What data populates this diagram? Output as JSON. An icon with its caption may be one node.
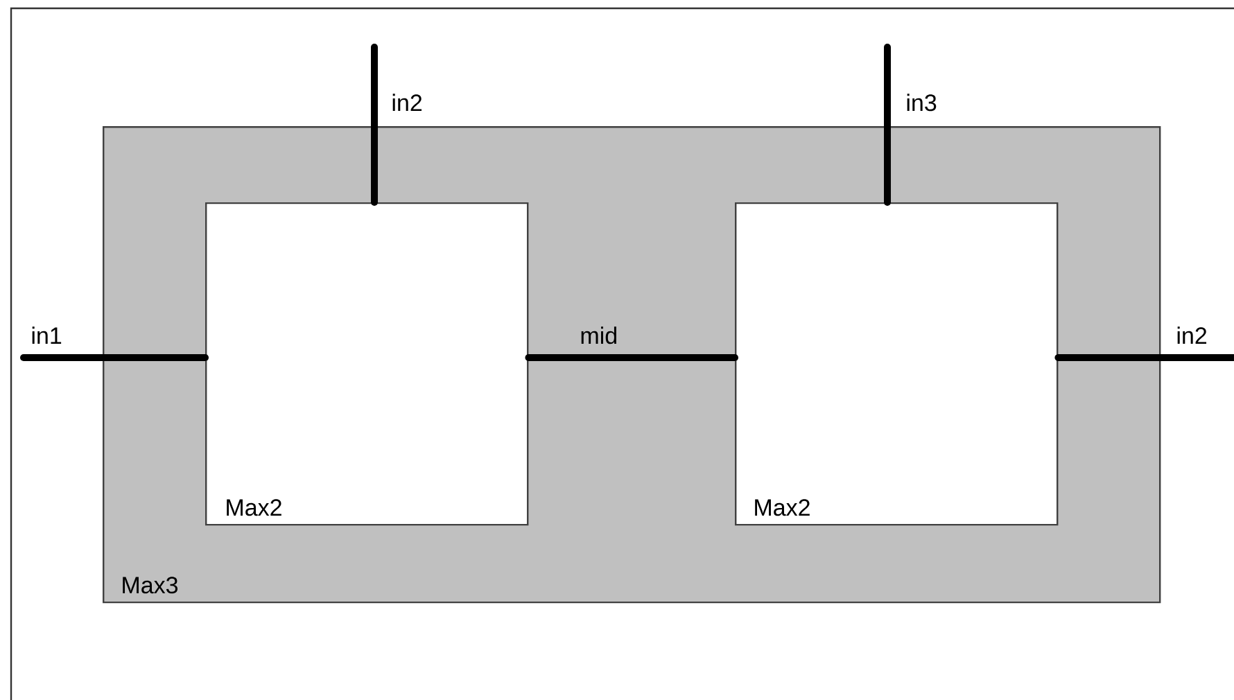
{
  "diagram": {
    "nodes": [
      {
        "text": [
          "Max3"
        ]
      },
      {
        "text": [
          "Max2"
        ],
        "in": 0
      },
      {
        "text": [
          "Max2"
        ],
        "in": 0
      }
    ],
    "edges": [
      {
        "from": null,
        "to": 1,
        "arrow": "none",
        "label": "in1"
      },
      {
        "from": null,
        "to": 1,
        "arrow": "none",
        "label": "in2"
      },
      {
        "from": 1,
        "to": 2,
        "arrow": "none",
        "label": "mid"
      },
      {
        "from": null,
        "to": 2,
        "arrow": "none",
        "label": "in3"
      },
      {
        "from": 2,
        "to": null,
        "arrow": "none",
        "label": "in2"
      }
    ]
  }
}
